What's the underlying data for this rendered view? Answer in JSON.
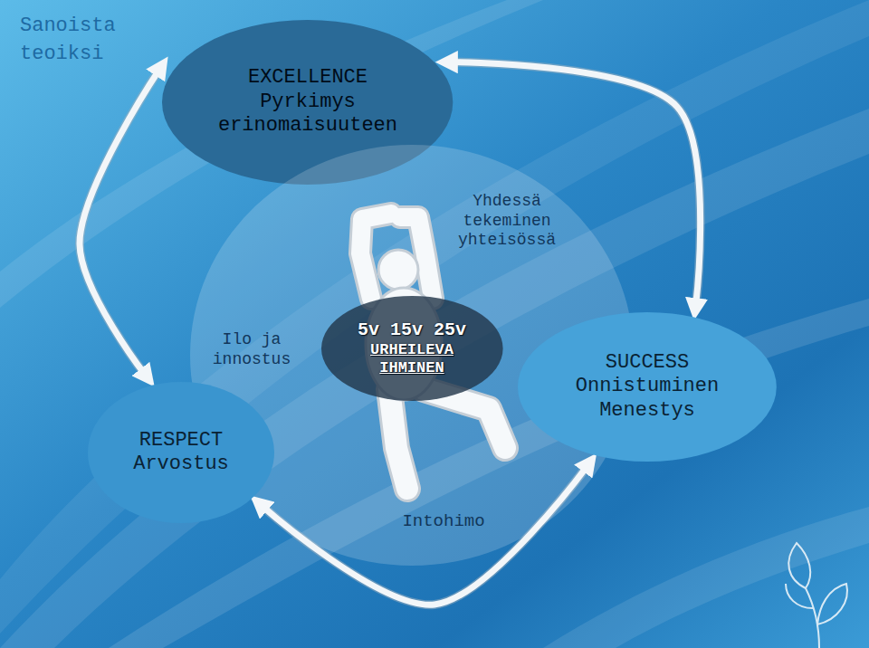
{
  "diagram": {
    "nodes": [
      {
        "text": [
          "EXCELLENCE",
          "Pyrkimys erinomaisuuteen"
        ]
      },
      {
        "text": [
          "Yhdessä tekeminen yhteisössä",
          "Ilo ja innostus",
          "Intohimo"
        ]
      },
      {
        "text": [
          "5v 15v 25v",
          "URHEILEVA IHMINEN"
        ],
        "in": 1
      },
      {
        "text": [
          "RESPECT",
          "Arvostus"
        ]
      },
      {
        "text": [
          "SUCCESS",
          "Onnistuminen Menestys"
        ]
      }
    ],
    "edges": [
      {
        "from": 0,
        "to": 3,
        "arrow": "both"
      },
      {
        "from": 0,
        "to": 4,
        "arrow": "both"
      },
      {
        "from": 3,
        "to": 4,
        "arrow": "both"
      }
    ],
    "labels": [
      "Sanoista teoiksi"
    ]
  }
}
